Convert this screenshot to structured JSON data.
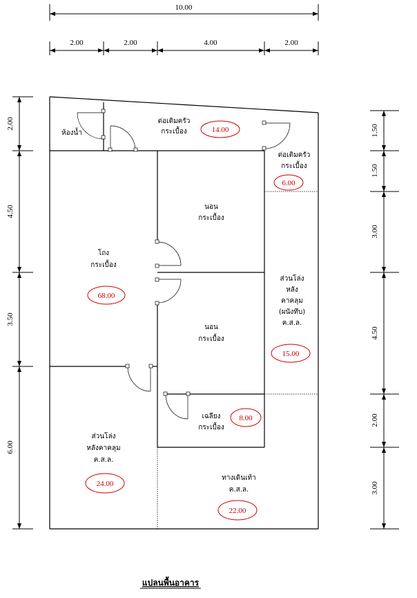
{
  "dims_top": {
    "total": "10.00",
    "segments": [
      "2.00",
      "2.00",
      "4.00",
      "2.00"
    ]
  },
  "dims_left": [
    "2.00",
    "4.50",
    "3.50",
    "6.00"
  ],
  "dims_right": [
    "1.50",
    "1.50",
    "3.00",
    "4.50",
    "2.00",
    "3.00"
  ],
  "rooms": {
    "bathroom": {
      "label": "ห้องน้ำ"
    },
    "kitchen_ext": {
      "line1": "ต่อเติมครัว",
      "line2": "กระเบื้อง",
      "area": "14.00"
    },
    "kitchen_ext_right": {
      "line1": "ต่อเติมครัว",
      "line2": "กระเบื้อง",
      "area": "6.00"
    },
    "bedroom1": {
      "line1": "นอน",
      "line2": "กระเบื้อง"
    },
    "hall": {
      "line1": "โถง",
      "line2": "กระเบื้อง",
      "area": "68.00"
    },
    "side_roof": {
      "line1": "ส่วนโล่ง",
      "line2": "หลัง",
      "line3": "คาคลุม",
      "line4": "(ผนังทึบ)",
      "line5": "ค.ส.ล.",
      "area": "15.00"
    },
    "bedroom2": {
      "line1": "นอน",
      "line2": "กระเบื้อง"
    },
    "terrace": {
      "line1": "เฉลียง",
      "line2": "กระเบื้อง",
      "area": "8.00"
    },
    "open_roof": {
      "line1": "ส่วนโล่ง",
      "line2": "หลังคาคลุม",
      "line3": "ค.ส.ล.",
      "area": "24.00"
    },
    "walkway": {
      "line1": "ทางเดินเท้า",
      "line2": "ค.ส.ล.",
      "area": "22.00"
    }
  },
  "title": "แปลนพื้นอาคาร"
}
